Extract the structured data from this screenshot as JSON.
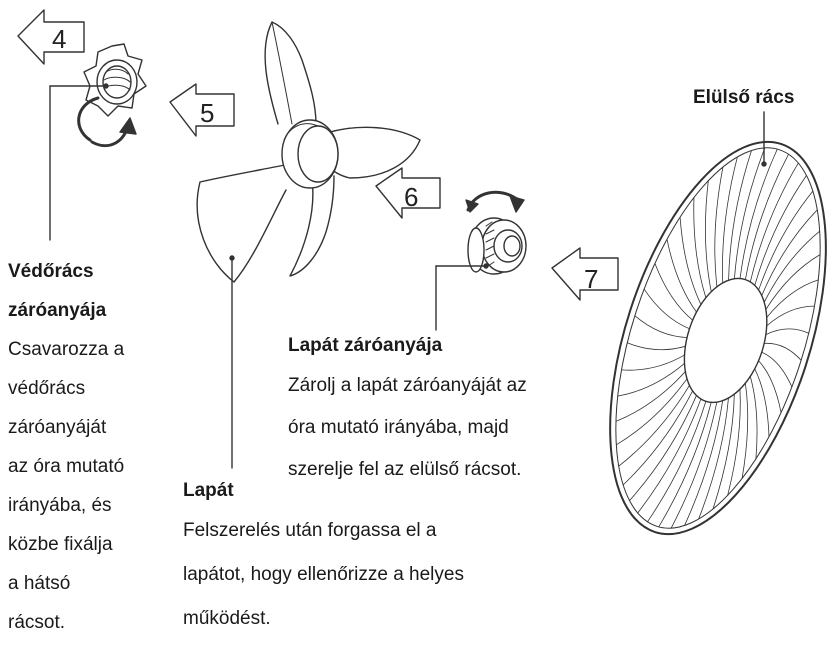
{
  "arrows": [
    "4",
    "5",
    "6",
    "7"
  ],
  "labels": {
    "front_grille": "Elülső rács",
    "guard_nut_title_1": "Védőrács",
    "guard_nut_title_2": "záróanyája",
    "guard_nut_desc": [
      "Csavarozza a",
      "védőrács",
      "záróanyáját",
      "az óra mutató",
      "irányába, és",
      "közbe fixálja",
      "a hátsó",
      "rácsot."
    ],
    "blade_nut_title": "Lapát záróanyája",
    "blade_nut_desc": [
      "Zárolj a lapát záróanyáját az",
      "óra mutató irányába, majd",
      "szerelje fel az elülső rácsot."
    ],
    "blade_title": "Lapát",
    "blade_desc": [
      "Felszerelés után forgassa el a",
      "lapátot, hogy ellenőrizze a helyes",
      "működést."
    ]
  },
  "colors": {
    "line": "#333333",
    "text": "#1a1a1a"
  }
}
